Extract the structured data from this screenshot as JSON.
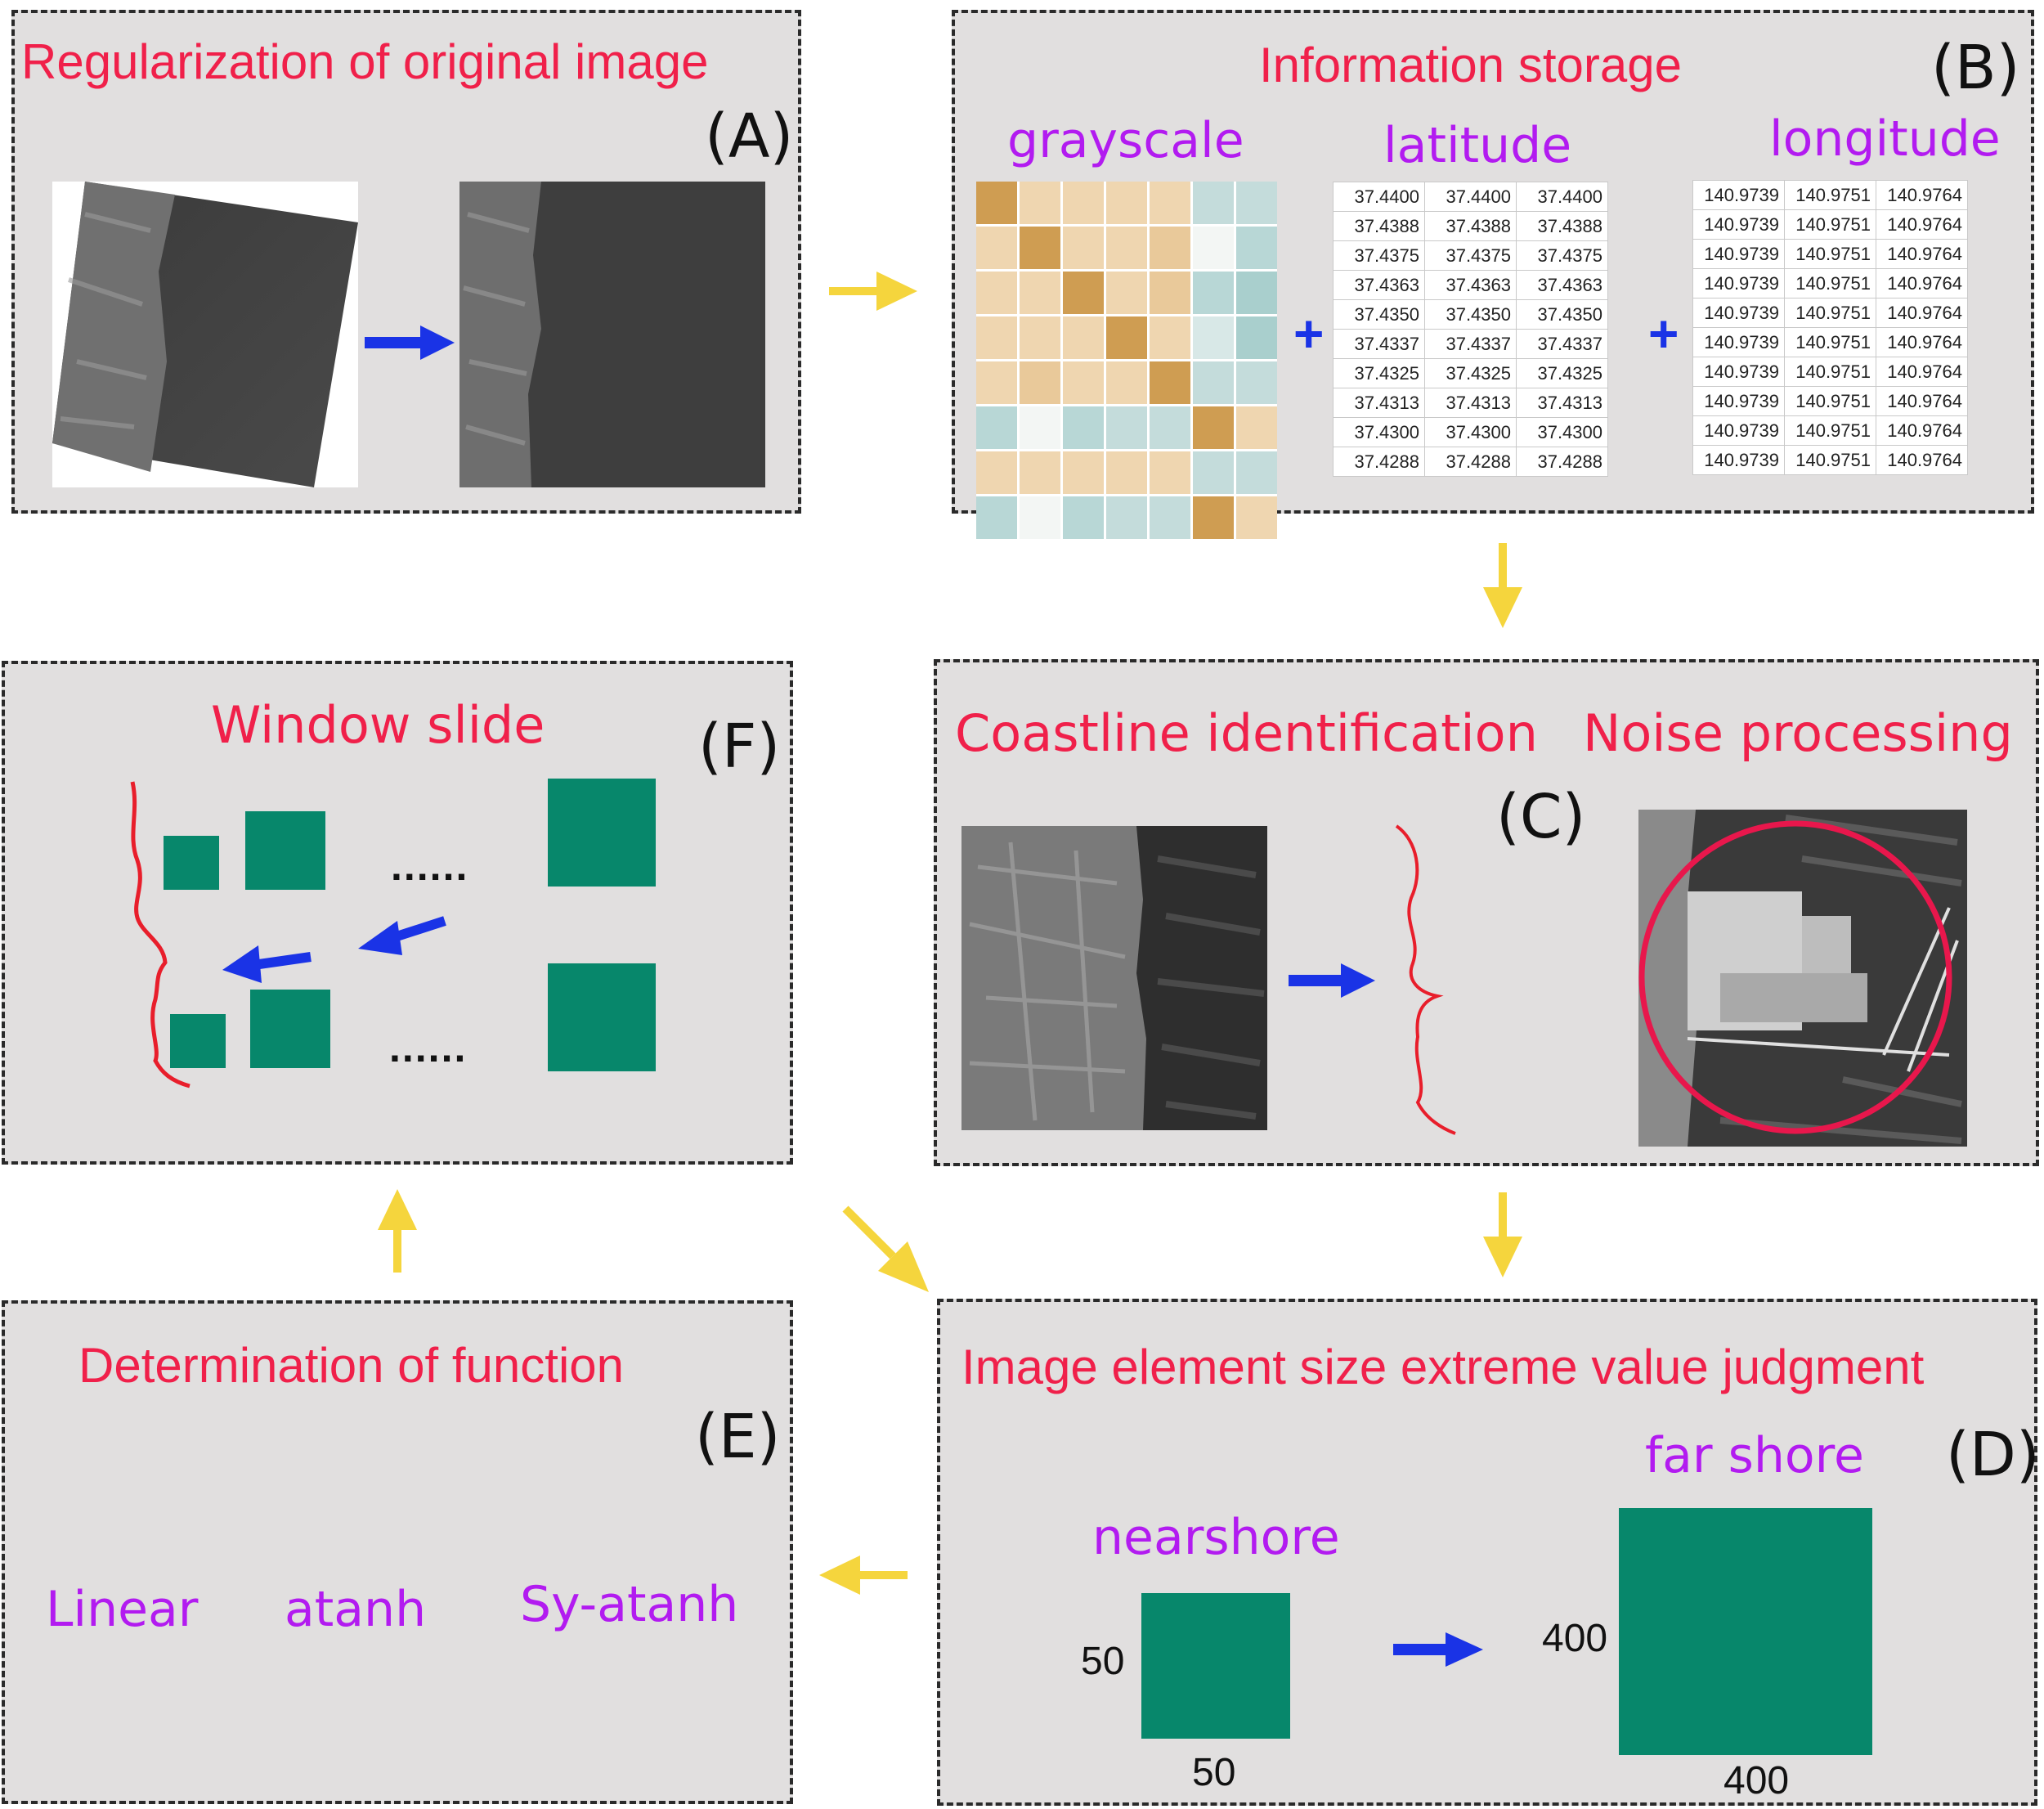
{
  "panels": {
    "a": {
      "title": "Regularization of original image",
      "letter": "(A)"
    },
    "b": {
      "title": "Information storage",
      "letter": "(B)",
      "grayscale_label": "grayscale",
      "latitude_label": "latitude",
      "longitude_label": "longitude",
      "plus": "+",
      "latitude_rows": [
        [
          "37.4400",
          "37.4400",
          "37.4400"
        ],
        [
          "37.4388",
          "37.4388",
          "37.4388"
        ],
        [
          "37.4375",
          "37.4375",
          "37.4375"
        ],
        [
          "37.4363",
          "37.4363",
          "37.4363"
        ],
        [
          "37.4350",
          "37.4350",
          "37.4350"
        ],
        [
          "37.4337",
          "37.4337",
          "37.4337"
        ],
        [
          "37.4325",
          "37.4325",
          "37.4325"
        ],
        [
          "37.4313",
          "37.4313",
          "37.4313"
        ],
        [
          "37.4300",
          "37.4300",
          "37.4300"
        ],
        [
          "37.4288",
          "37.4288",
          "37.4288"
        ]
      ],
      "longitude_rows": [
        [
          "140.9739",
          "140.9751",
          "140.9764"
        ],
        [
          "140.9739",
          "140.9751",
          "140.9764"
        ],
        [
          "140.9739",
          "140.9751",
          "140.9764"
        ],
        [
          "140.9739",
          "140.9751",
          "140.9764"
        ],
        [
          "140.9739",
          "140.9751",
          "140.9764"
        ],
        [
          "140.9739",
          "140.9751",
          "140.9764"
        ],
        [
          "140.9739",
          "140.9751",
          "140.9764"
        ],
        [
          "140.9739",
          "140.9751",
          "140.9764"
        ],
        [
          "140.9739",
          "140.9751",
          "140.9764"
        ],
        [
          "140.9739",
          "140.9751",
          "140.9764"
        ]
      ],
      "grayscale_colors": [
        [
          "#cf9d52",
          "#efd6b0",
          "#efd6b0",
          "#efd6b0",
          "#efd6b0",
          "#c4dcdb",
          "#c4dcdb"
        ],
        [
          "#efd6b0",
          "#cf9d52",
          "#efd6b0",
          "#efd6b0",
          "#e9c99a",
          "#f3f6f4",
          "#b8d7d6"
        ],
        [
          "#efd6b0",
          "#efd6b0",
          "#cf9d52",
          "#efd6b0",
          "#e9c99a",
          "#b8d7d6",
          "#a9cfcd"
        ],
        [
          "#efd6b0",
          "#efd6b0",
          "#efd6b0",
          "#cf9d52",
          "#efd6b0",
          "#d8e8e7",
          "#a9cfcd"
        ],
        [
          "#efd6b0",
          "#e9c99a",
          "#efd6b0",
          "#efd6b0",
          "#cf9d52",
          "#c4dcdb",
          "#c4dcdb"
        ],
        [
          "#b8d7d6",
          "#f3f6f4",
          "#b8d7d6",
          "#c4dcdb",
          "#c4dcdb",
          "#cf9d52",
          "#efd6b0"
        ],
        [
          "#efd6b0",
          "#efd6b0",
          "#efd6b0",
          "#efd6b0",
          "#efd6b0",
          "#c4dcdb",
          "#c4dcdb"
        ],
        [
          "#b8d7d6",
          "#f3f6f4",
          "#b8d7d6",
          "#c4dcdb",
          "#c4dcdb",
          "#cf9d52",
          "#efd6b0"
        ]
      ]
    },
    "c": {
      "title_left": "Coastline identification",
      "title_right": "Noise processing",
      "letter": "(C)"
    },
    "d": {
      "title": "Image element size extreme value judgment",
      "letter": "(D)",
      "near_label": "nearshore",
      "far_label": "far shore",
      "near_side": "50",
      "near_bottom": "50",
      "far_side": "400",
      "far_bottom": "400"
    },
    "e": {
      "title": "Determination of function",
      "letter": "(E)",
      "functions": [
        "Linear",
        "atanh",
        "Sy-atanh"
      ]
    },
    "f": {
      "title": "Window slide",
      "letter": "(F)",
      "dots": "......"
    }
  },
  "colors": {
    "title": "#f0204a",
    "label": "#b21bf0",
    "square": "#07876b",
    "blue_arrow": "#1a33e6",
    "flow_arrow": "#f5d53d",
    "coastline": "#e81e2b"
  }
}
